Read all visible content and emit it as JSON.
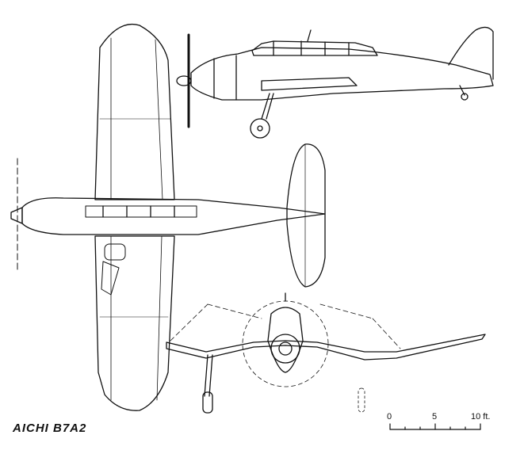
{
  "title": "AICHI B7A2",
  "scale": {
    "ticks": [
      "0",
      "5",
      "10 ft."
    ]
  },
  "colors": {
    "ink": "#111111",
    "paper": "#ffffff"
  }
}
